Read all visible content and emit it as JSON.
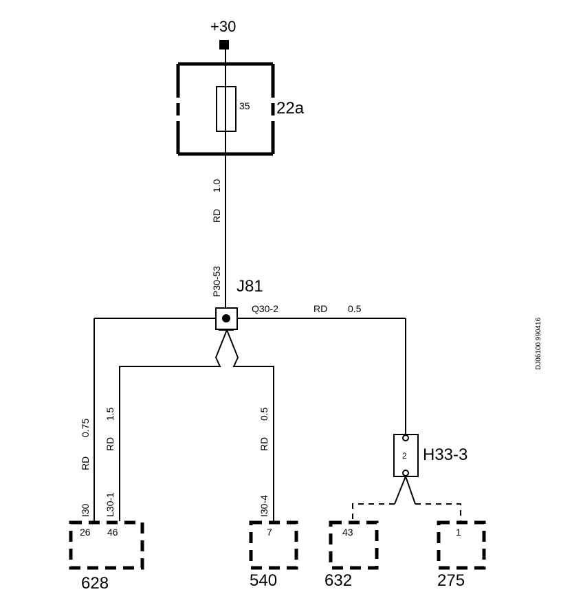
{
  "supply": {
    "label": "+30"
  },
  "fuse_box": {
    "id": "22a",
    "fuse_rating": "35"
  },
  "main_wire": {
    "size": "1.0",
    "color": "RD",
    "circuit": "P30-53"
  },
  "junction": {
    "id": "J81"
  },
  "right_branch": {
    "circuit": "Q30-2",
    "color": "RD",
    "size": "0.5"
  },
  "branch_628_a": {
    "size": "0.75",
    "color": "RD",
    "circuit": "I30"
  },
  "branch_628_b": {
    "size": "1.5",
    "color": "RD",
    "circuit": "L30-1"
  },
  "branch_540": {
    "size": "0.5",
    "color": "RD",
    "circuit": "I30-4"
  },
  "connector_h33": {
    "id": "H33-3",
    "pin": "2"
  },
  "components": {
    "c628": {
      "id": "628",
      "pin_a": "26",
      "pin_b": "46"
    },
    "c540": {
      "id": "540",
      "pin": "7"
    },
    "c632": {
      "id": "632",
      "pin": "43"
    },
    "c275": {
      "id": "275",
      "pin": "1"
    }
  },
  "doc_code": "DJ06100 990416"
}
